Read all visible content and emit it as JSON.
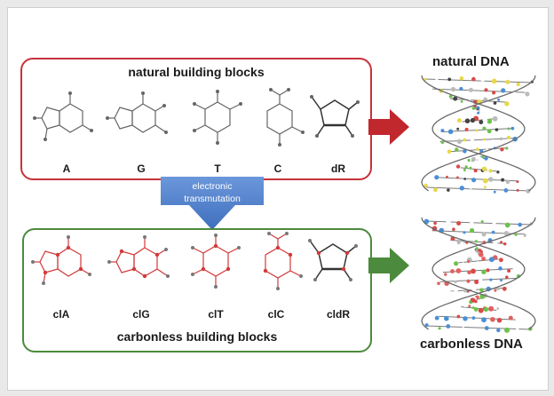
{
  "natural_panel": {
    "title": "natural building blocks",
    "molecules": [
      {
        "label": "A",
        "icon": "adenine-structure"
      },
      {
        "label": "G",
        "icon": "guanine-structure"
      },
      {
        "label": "T",
        "icon": "thymine-structure"
      },
      {
        "label": "C",
        "icon": "cytosine-structure"
      },
      {
        "label": "dR",
        "icon": "deoxyribose-structure"
      }
    ]
  },
  "carbonless_panel": {
    "title": "carbonless building blocks",
    "molecules": [
      {
        "label": "clA",
        "icon": "carbonless-adenine-structure"
      },
      {
        "label": "clG",
        "icon": "carbonless-guanine-structure"
      },
      {
        "label": "clT",
        "icon": "carbonless-thymine-structure"
      },
      {
        "label": "clC",
        "icon": "carbonless-cytosine-structure"
      },
      {
        "label": "cldR",
        "icon": "carbonless-deoxyribose-structure"
      }
    ]
  },
  "transmutation_arrow": {
    "line1": "electronic",
    "line2": "transmutation",
    "color": "#4a7cc9"
  },
  "natural_dna": {
    "title": "natural DNA",
    "arrow_color": "#c0282e"
  },
  "carbonless_dna": {
    "title": "carbonless DNA",
    "arrow_color": "#4c8a3d"
  },
  "colors": {
    "natural_border": "#c8323b",
    "carbonless_border": "#4c8a3d",
    "atom_red": "#d23a3a",
    "atom_gray": "#555555"
  }
}
